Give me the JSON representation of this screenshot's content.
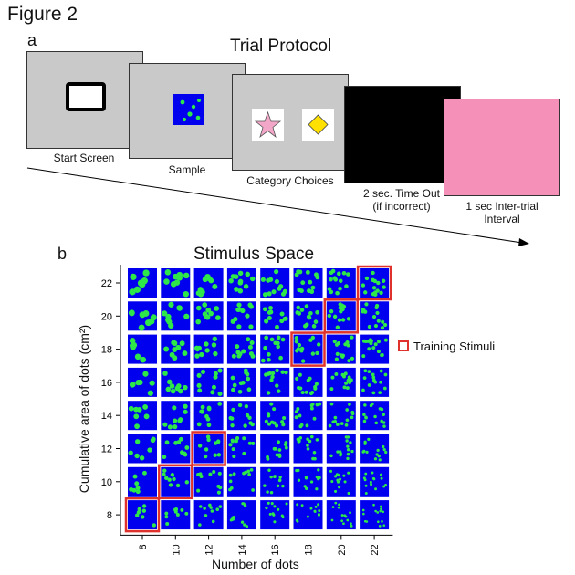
{
  "figure_title": "Figure 2",
  "panel_a": {
    "letter": "a",
    "title": "Trial Protocol",
    "screens": [
      {
        "caption": "Start Screen",
        "color": "#c9c9c9",
        "content": "white-rectangle"
      },
      {
        "caption": "Sample",
        "color": "#c9c9c9",
        "content": "dot-stimulus"
      },
      {
        "caption": "Category Choices",
        "color": "#c9c9c9",
        "content": "star-and-diamond"
      },
      {
        "caption": "2 sec. Time Out\n(if incorrect)",
        "color": "#000000",
        "content": "blank"
      },
      {
        "caption": "1 sec Inter-trial\nInterval",
        "color": "#f590b8",
        "content": "blank"
      }
    ],
    "colors": {
      "star": "#f2a6c8",
      "diamond": "#ffe000",
      "stimulus_bg": "#0000ee",
      "dot": "#2ee84a"
    }
  },
  "panel_b": {
    "letter": "b",
    "title": "Stimulus Space",
    "x_label": "Number of dots",
    "y_label": "Cumulative area of dots (cm²)",
    "x_ticks": [
      "8",
      "10",
      "12",
      "14",
      "16",
      "18",
      "20",
      "22"
    ],
    "y_ticks": [
      "22",
      "20",
      "18",
      "16",
      "14",
      "12",
      "10",
      "8"
    ],
    "legend_label": "Training Stimuli",
    "training_stimuli": [
      {
        "dots": 8,
        "area": 8
      },
      {
        "dots": 10,
        "area": 10
      },
      {
        "dots": 12,
        "area": 12
      },
      {
        "dots": 18,
        "area": 18
      },
      {
        "dots": 20,
        "area": 20
      },
      {
        "dots": 22,
        "area": 22
      }
    ],
    "colors": {
      "tile": "#0000ee",
      "dot": "#2ee84a",
      "highlight": "#e0322d"
    }
  }
}
